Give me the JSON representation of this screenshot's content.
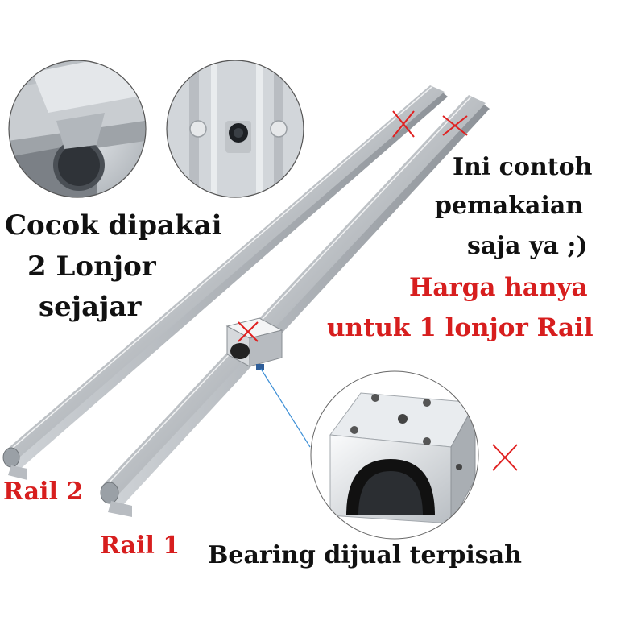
{
  "colors": {
    "text_black": "#111111",
    "text_red": "#d71e1e",
    "cross_red": "#e02020",
    "leader_blue": "#3d8fd6",
    "metal_light": "#eef0f2",
    "metal_dark": "#6e7378"
  },
  "labels": {
    "cocok": [
      "Cocok dipakai",
      "2 Lonjor",
      "sejajar"
    ],
    "contoh": [
      "Ini contoh",
      "pemakaian",
      "saja ya ;)"
    ],
    "harga": [
      "Harga hanya",
      "untuk 1 lonjor Rail"
    ],
    "rail_2": "Rail 2",
    "rail_1": "Rail 1",
    "bearing_note": "Bearing dijual terpisah"
  },
  "icons": {
    "not_included_mark": "red-cross-icon"
  }
}
